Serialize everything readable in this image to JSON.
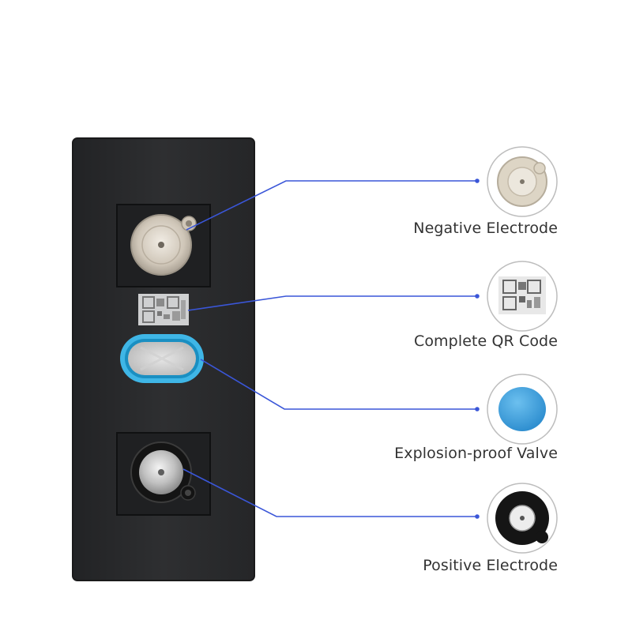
{
  "callouts": {
    "negative": {
      "label": "Negative Electrode"
    },
    "qr": {
      "label": "Complete QR Code"
    },
    "valve": {
      "label": "Explosion-proof Valve"
    },
    "positive": {
      "label": "Positive Electrode"
    }
  },
  "colors": {
    "background": "#ffffff",
    "battery_body": "#2a2b2d",
    "leader_line": "#3a56d8",
    "valve_ring": "#3fb6e6",
    "valve_disc": "#3a9ad6",
    "label_text": "#333333"
  }
}
